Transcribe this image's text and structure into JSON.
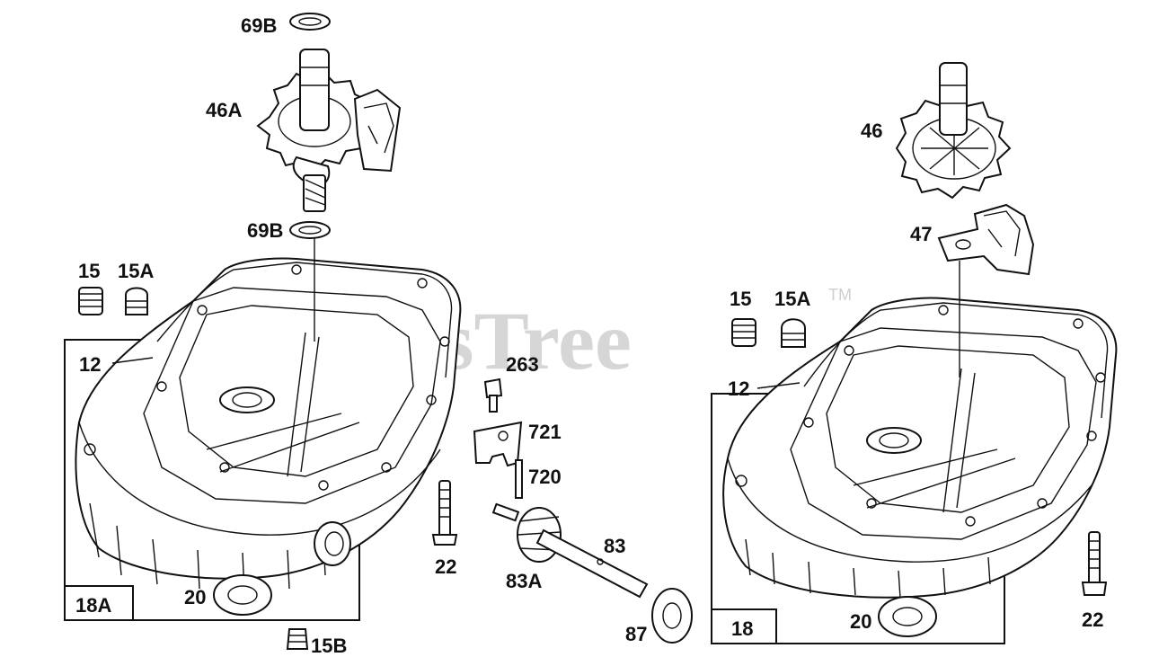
{
  "watermark": {
    "text": "PartsTree",
    "trademark": "TM"
  },
  "labels": {
    "p69b_top": "69B",
    "p46a": "46A",
    "p69b_mid": "69B",
    "p15_left": "15",
    "p15a_left": "15A",
    "p12_left": "12",
    "p263": "263",
    "p721": "721",
    "p720": "720",
    "p83": "83",
    "p83a": "83A",
    "p22_left": "22",
    "p20_left": "20",
    "p15b": "15B",
    "p87": "87",
    "p46": "46",
    "p47": "47",
    "p15_right": "15",
    "p15a_right": "15A",
    "p12_right": "12",
    "p20_right": "20",
    "p22_right": "22"
  },
  "boxes": {
    "left_assembly": "18A",
    "right_assembly": "18"
  },
  "colors": {
    "ink": "#111111",
    "watermark": "#cfcfcf",
    "background": "#ffffff"
  }
}
